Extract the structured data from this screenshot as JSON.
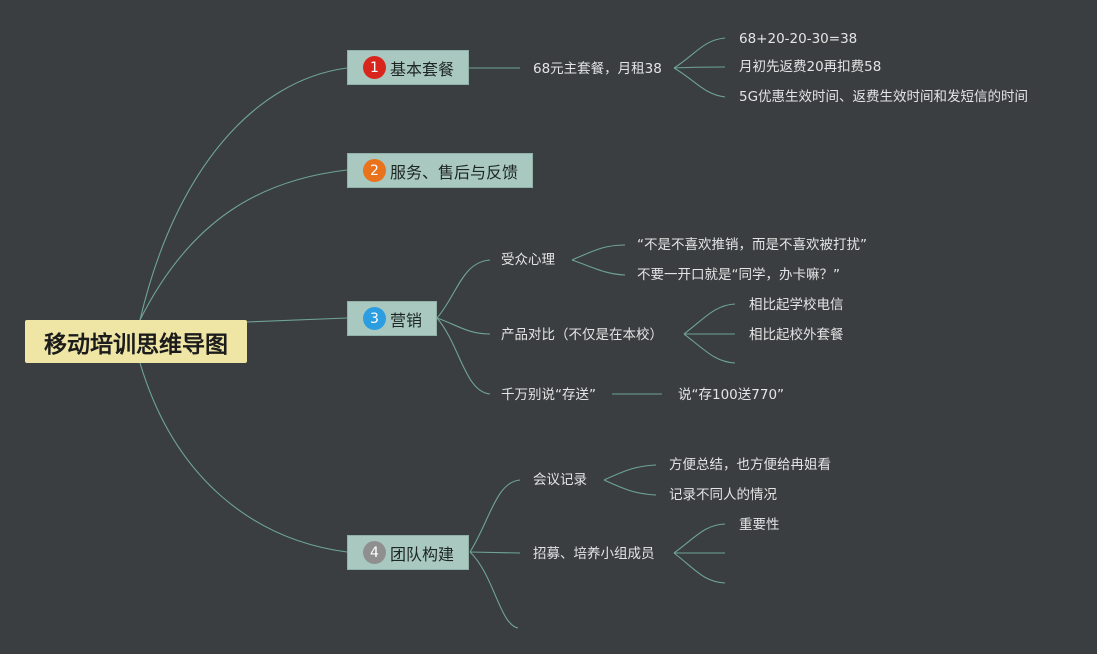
{
  "root": {
    "label": "移动培训思维导图"
  },
  "branches": [
    {
      "num": "1",
      "num_color": "#d9261c",
      "label": "基本套餐",
      "children": [
        {
          "label": "68元主套餐，月租38",
          "children": [
            "68+20-20-30=38",
            "月初先返费20再扣费58",
            "5G优惠生效时间、返费生效时间和发短信的时间"
          ]
        }
      ]
    },
    {
      "num": "2",
      "num_color": "#e8731c",
      "label": "服务、售后与反馈",
      "children": []
    },
    {
      "num": "3",
      "num_color": "#2b9de0",
      "label": "营销",
      "children": [
        {
          "label": "受众心理",
          "children": [
            "“不是不喜欢推销，而是不喜欢被打扰”",
            "不要一开口就是“同学，办卡嘛？”"
          ]
        },
        {
          "label": "产品对比（不仅是在本校）",
          "children": [
            "相比起学校电信",
            "相比起校外套餐"
          ]
        },
        {
          "label": "千万别说“存送”",
          "children": [
            "说“存100送770”"
          ]
        }
      ]
    },
    {
      "num": "4",
      "num_color": "#8f8f8f",
      "label": "团队构建",
      "children": [
        {
          "label": "会议记录",
          "children": [
            "方便总结，也方便给冉姐看",
            "记录不同人的情况"
          ]
        },
        {
          "label": "招募、培养小组成员",
          "children": [
            "重要性"
          ]
        }
      ]
    }
  ],
  "colors": {
    "background": "#3a3e40",
    "line": "#6fa398",
    "root_fill": "#efe6a6",
    "branch_fill": "#a9c8bf"
  }
}
